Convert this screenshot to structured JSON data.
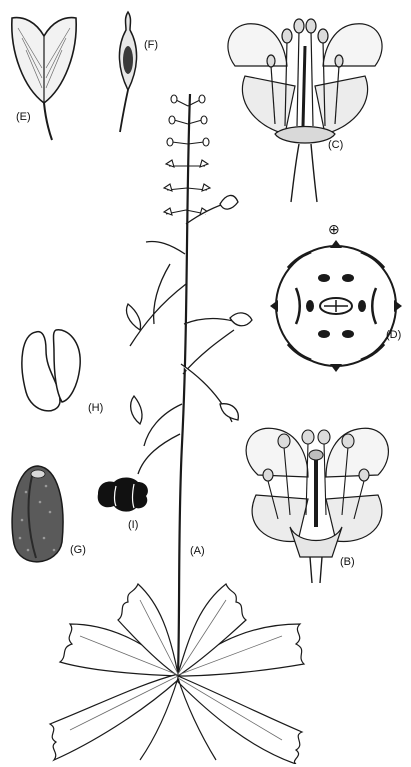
{
  "labels": {
    "A": "(A)",
    "B": "(B)",
    "C": "(C)",
    "D": "(D)",
    "E": "(E)",
    "F": "(F)",
    "G": "(G)",
    "H": "(H)",
    "I": "(I)"
  },
  "diagram_symbol": "⊕",
  "colors": {
    "ink": "#1a1a1a",
    "paper": "#ffffff",
    "shade": "#6b6b6b",
    "seed_fill": "#3a3a3a"
  }
}
